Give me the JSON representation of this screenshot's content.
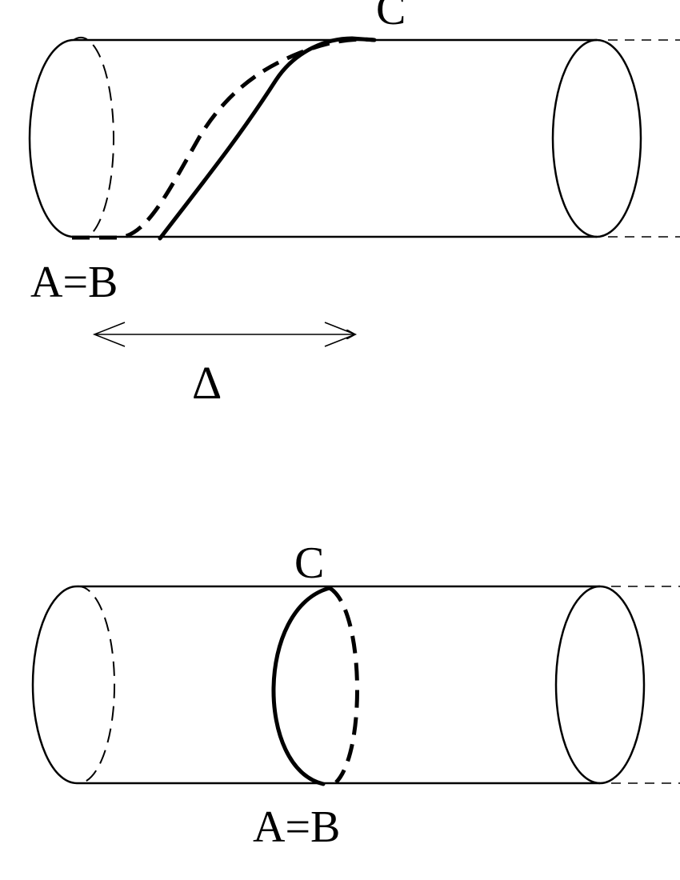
{
  "figures": [
    {
      "id": "twisted",
      "label_top": "C",
      "label_bottom": "A=B",
      "shift_symbol": "Δ"
    },
    {
      "id": "straight",
      "label_top": "C",
      "label_bottom": "A=B"
    }
  ],
  "colors": {
    "stroke": "#000000",
    "background": "#ffffff"
  }
}
